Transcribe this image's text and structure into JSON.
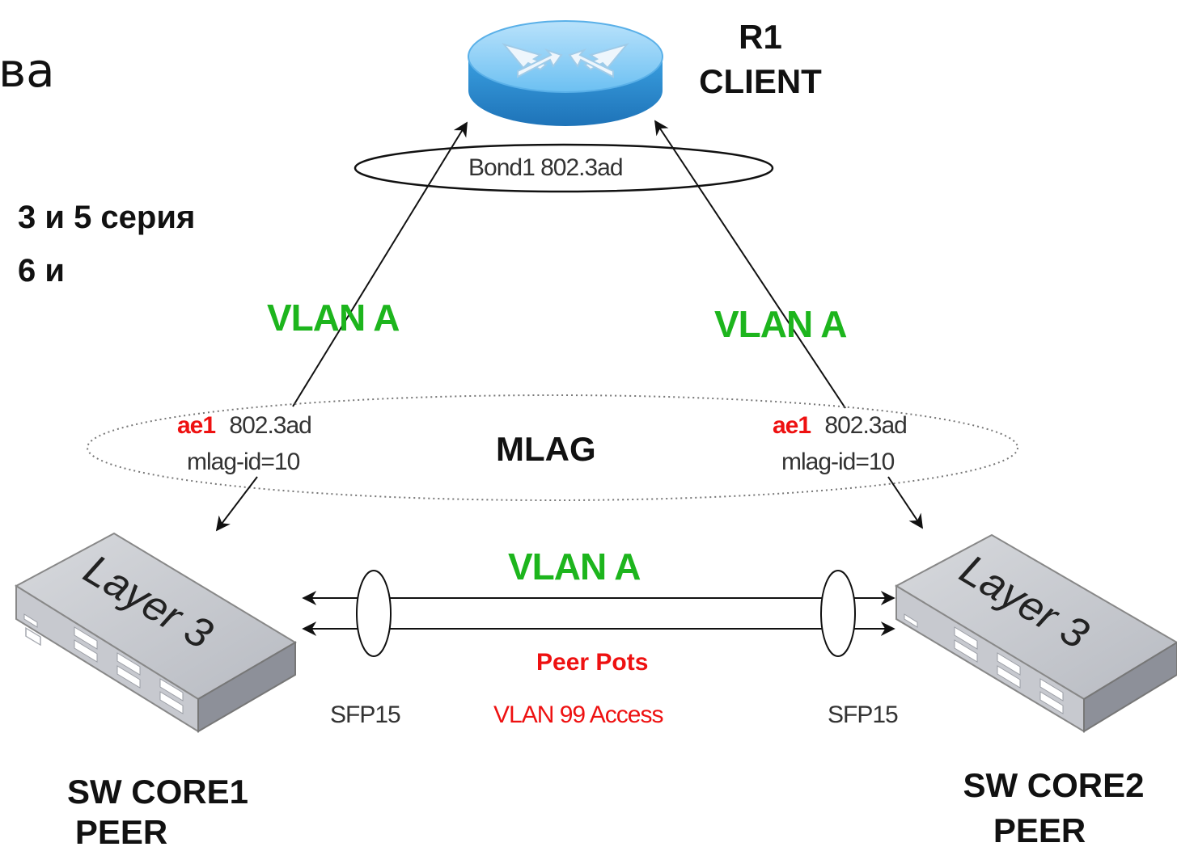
{
  "side_text": {
    "line1": "ва",
    "line2": "3 и 5 серия",
    "line3": "6 и"
  },
  "router": {
    "name": "R1",
    "role": "CLIENT",
    "icon": "router-icon"
  },
  "bond": {
    "label": "Bond1 802.3ad"
  },
  "left_uplink": {
    "vlan_label": "VLAN A"
  },
  "right_uplink": {
    "vlan_label": "VLAN A"
  },
  "mlag": {
    "label": "MLAG",
    "left_lag": {
      "name": "ae1",
      "protocol": "802.3ad",
      "id": "mlag-id=10"
    },
    "right_lag": {
      "name": "ae1",
      "protocol": "802.3ad",
      "id": "mlag-id=10"
    }
  },
  "switch_left": {
    "face_label": "Layer 3",
    "name": "SW CORE1",
    "role": "PEER",
    "icon": "layer3-switch-icon"
  },
  "switch_right": {
    "face_label": "Layer 3",
    "name": "SW CORE2",
    "role": "PEER",
    "icon": "layer3-switch-icon"
  },
  "peer_link": {
    "vlan_label": "VLAN A",
    "title": "Peer Pots",
    "vlan_access": "VLAN 99 Access",
    "left_port": "SFP15",
    "right_port": "SFP15"
  },
  "colors": {
    "vlan_green": "#1db51d",
    "accent_red": "#e11111",
    "router_blue": "#3a9fe0"
  }
}
